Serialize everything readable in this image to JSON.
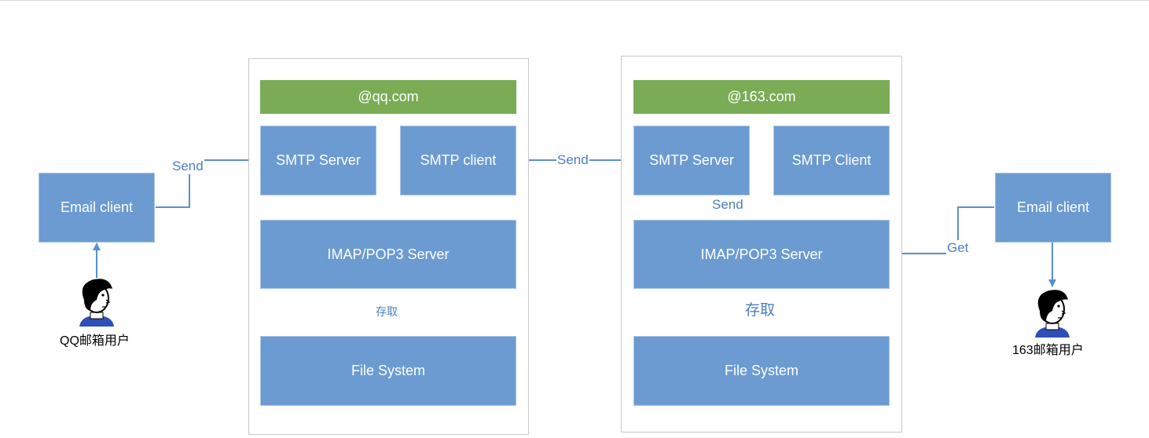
{
  "left_server": {
    "domain": "@qq.com",
    "smtp_server": "SMTP Server",
    "smtp_client": "SMTP client",
    "imap": "IMAP/POP3  Server",
    "fs": "File System",
    "access_label": "存取"
  },
  "right_server": {
    "domain": "@163.com",
    "smtp_server": "SMTP Server",
    "smtp_client": "SMTP Client",
    "imap": "IMAP/POP3  Server",
    "fs": "File System",
    "access_label": "存取"
  },
  "left_client": {
    "label": "Email client",
    "user_caption": "QQ邮箱用户"
  },
  "right_client": {
    "label": "Email client",
    "user_caption": "163邮箱用户"
  },
  "edges": {
    "client_to_qq": "Send",
    "qq_to_163": "Send",
    "smtp_to_imap": "Send",
    "get": "Get"
  },
  "colors": {
    "box": "#6b9bd1",
    "domain_bar": "#7aab55",
    "line": "#5b8fd0",
    "label": "#4a7fc0"
  }
}
